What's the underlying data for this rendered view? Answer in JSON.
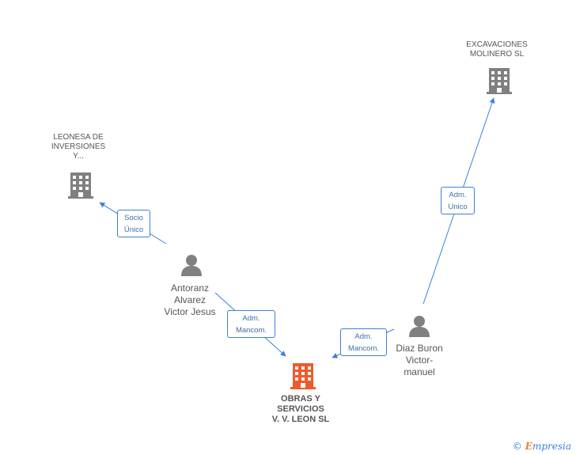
{
  "nodes": {
    "excavaciones": {
      "label": "EXCAVACIONES\nMOLINERO SL",
      "type": "company",
      "color": "#808080"
    },
    "leonesa": {
      "label": "LEONESA DE\nINVERSIONES\nY...",
      "type": "company",
      "color": "#808080"
    },
    "antoranz": {
      "label": "Antoranz\nAlvarez\nVictor Jesus",
      "type": "person",
      "color": "#808080"
    },
    "diaz": {
      "label": "Diaz Buron\nVictor-\nmanuel",
      "type": "person",
      "color": "#808080"
    },
    "obras": {
      "label": "OBRAS Y\nSERVICIOS\nV.  V. LEON SL",
      "type": "company",
      "color": "#f05a2a"
    }
  },
  "edges": {
    "antoranz_leonesa": {
      "label": "Socio\nÚnico"
    },
    "antoranz_obras": {
      "label": "Adm.\nMancom."
    },
    "diaz_obras": {
      "label": "Adm.\nMancom."
    },
    "diaz_excavaciones": {
      "label": "Adm.\nUnico"
    }
  },
  "colors": {
    "edge": "#3d7fd6",
    "icon_grey": "#808080",
    "focus": "#f05a2a"
  },
  "brand": {
    "symbol": "©",
    "first_letter": "E",
    "rest": "mpresia"
  }
}
